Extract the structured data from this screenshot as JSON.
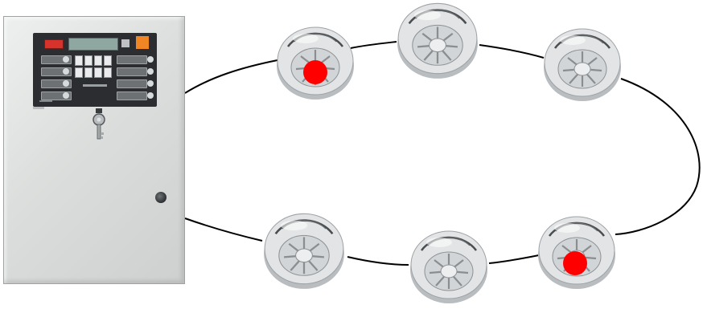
{
  "diagram": {
    "loop_color": "#000000",
    "alarm_color": "#ff0000",
    "panel_accent_color": "#f08524",
    "detectors": [
      {
        "name": "detector-1",
        "in_alarm": true
      },
      {
        "name": "detector-2",
        "in_alarm": false
      },
      {
        "name": "detector-3",
        "in_alarm": false
      },
      {
        "name": "detector-4",
        "in_alarm": false
      },
      {
        "name": "detector-5",
        "in_alarm": false
      },
      {
        "name": "detector-6",
        "in_alarm": true
      }
    ],
    "icons": {
      "panel": "fire-alarm-control-panel-icon",
      "detector": "smoke-detector-icon",
      "alarm": "alarm-indicator-icon",
      "key": "key-icon",
      "lock": "lock-icon"
    }
  }
}
